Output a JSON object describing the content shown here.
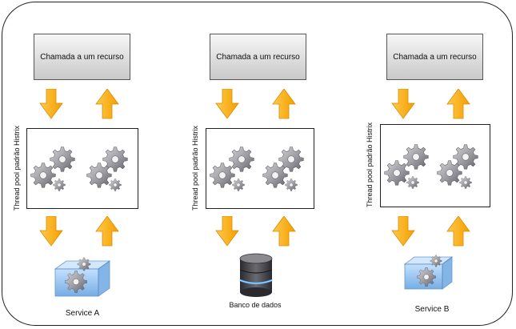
{
  "columns": [
    {
      "call_label": "Chamada a um recurso",
      "pool_label": "Thread pool padrão Histrix",
      "resource_label": "Service A",
      "resource_icon": "service-cube-icon"
    },
    {
      "call_label": "Chamada a um recurso",
      "pool_label": "Thread pool padrão Histrix",
      "resource_label": "Banco de dados",
      "resource_icon": "database-icon"
    },
    {
      "call_label": "Chamada a um recurso",
      "pool_label": "Thread pool padrão Histrix",
      "resource_label": "Service B",
      "resource_icon": "service-cube-icon"
    }
  ],
  "colors": {
    "arrow_fill": "#ffb21e",
    "arrow_stroke": "#d98c00",
    "gear_light": "#b8b8bc",
    "gear_dark": "#6e6e74",
    "cube_blue": "#7fb6ea",
    "db_dark": "#3b3b3f"
  }
}
